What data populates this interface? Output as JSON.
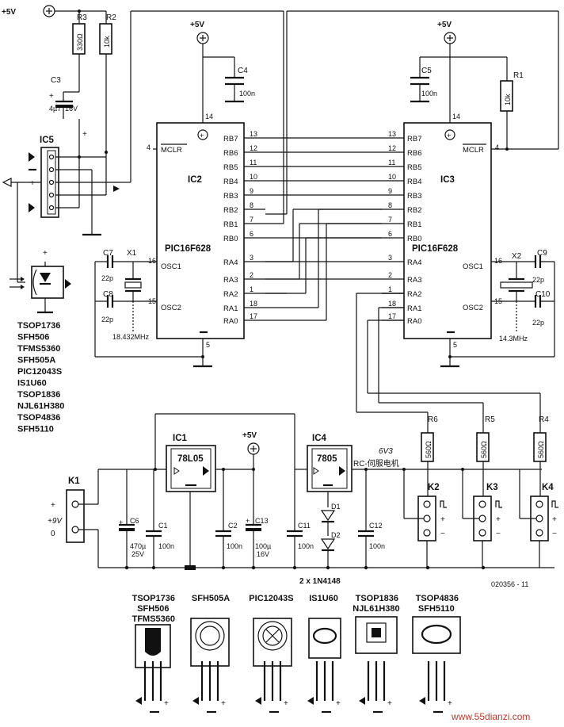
{
  "power": {
    "vcc": "+5V",
    "vin": "+9V",
    "zero": "0"
  },
  "ic2": {
    "name": "IC2",
    "part": "PIC16F628",
    "mclr": "MCLR",
    "left": [
      {
        "pin": "4",
        "name": "MCLR"
      },
      {
        "pin": "16",
        "name": "OSC1"
      },
      {
        "pin": "15",
        "name": "OSC2"
      }
    ],
    "top_pin": "14",
    "bottom_pin": "5",
    "right": [
      {
        "pin": "13",
        "name": "RB7"
      },
      {
        "pin": "12",
        "name": "RB6"
      },
      {
        "pin": "11",
        "name": "RB5"
      },
      {
        "pin": "10",
        "name": "RB4"
      },
      {
        "pin": "9",
        "name": "RB3"
      },
      {
        "pin": "8",
        "name": "RB2"
      },
      {
        "pin": "7",
        "name": "RB1"
      },
      {
        "pin": "6",
        "name": "RB0"
      },
      {
        "pin": "3",
        "name": "RA4"
      },
      {
        "pin": "2",
        "name": "RA3"
      },
      {
        "pin": "1",
        "name": "RA2"
      },
      {
        "pin": "18",
        "name": "RA1"
      },
      {
        "pin": "17",
        "name": "RA0"
      }
    ]
  },
  "ic3": {
    "name": "IC3",
    "part": "PIC16F628",
    "left": [
      {
        "pin": "13",
        "name": "RB7"
      },
      {
        "pin": "12",
        "name": "RB6"
      },
      {
        "pin": "11",
        "name": "RB5"
      },
      {
        "pin": "10",
        "name": "RB4"
      },
      {
        "pin": "9",
        "name": "RB3"
      },
      {
        "pin": "8",
        "name": "RB2"
      },
      {
        "pin": "7",
        "name": "RB1"
      },
      {
        "pin": "6",
        "name": "RB0"
      },
      {
        "pin": "3",
        "name": "RA4"
      },
      {
        "pin": "2",
        "name": "RA3"
      },
      {
        "pin": "1",
        "name": "RA2"
      },
      {
        "pin": "18",
        "name": "RA1"
      },
      {
        "pin": "17",
        "name": "RA0"
      }
    ],
    "right": [
      {
        "pin": "4",
        "name": "MCLR"
      },
      {
        "pin": "16",
        "name": "OSC1"
      },
      {
        "pin": "15",
        "name": "OSC2"
      }
    ],
    "top_pin": "14",
    "bottom_pin": "5"
  },
  "components": {
    "r3": {
      "ref": "R3",
      "value": "330Ω"
    },
    "r2": {
      "ref": "R2",
      "value": "10k"
    },
    "r1": {
      "ref": "R1",
      "value": "10k"
    },
    "r6": {
      "ref": "R6",
      "value": "560Ω"
    },
    "r5": {
      "ref": "R5",
      "value": "560Ω"
    },
    "r4": {
      "ref": "R4",
      "value": "560Ω"
    },
    "c3": {
      "ref": "C3",
      "value1": "4µ7",
      "value2": "16V"
    },
    "c4": {
      "ref": "C4",
      "value": "100n"
    },
    "c5": {
      "ref": "C5",
      "value": "100n"
    },
    "c7": {
      "ref": "C7",
      "value": "22p"
    },
    "c8": {
      "ref": "C8",
      "value": "22p"
    },
    "c9": {
      "ref": "C9",
      "value": "22p"
    },
    "c10": {
      "ref": "C10",
      "value": "22p"
    },
    "x1": {
      "ref": "X1",
      "freq": "18.432MHz"
    },
    "x2": {
      "ref": "X2",
      "freq": "14.3MHz"
    },
    "ic5": "IC5",
    "ic1": {
      "ref": "IC1",
      "part": "78L05"
    },
    "ic4": {
      "ref": "IC4",
      "part": "7805"
    },
    "k1": "K1",
    "k2": "K2",
    "k3": "K3",
    "k4": "K4",
    "c6": {
      "ref": "C6",
      "value1": "470µ",
      "value2": "25V"
    },
    "c1": {
      "ref": "C1",
      "value": "100n"
    },
    "c2": {
      "ref": "C2",
      "value": "100n"
    },
    "c13": {
      "ref": "C13",
      "value1": "100µ",
      "value2": "16V"
    },
    "c11": {
      "ref": "C11",
      "value": "100n"
    },
    "c12": {
      "ref": "C12",
      "value": "100n"
    },
    "d1": "D1",
    "d2": "D2",
    "diodes": "2 x 1N4148",
    "v6": "6V3",
    "servo": "RC-伺服电机",
    "code": "020356 - 11"
  },
  "sensor_list": [
    "TSOP1736",
    "SFH506",
    "TFMS5360",
    "SFH505A",
    "PIC12043S",
    "IS1U60",
    "TSOP1836",
    "NJL61H380",
    "TSOP4836",
    "SFH5110"
  ],
  "packages": [
    {
      "lines": [
        "TSOP1736",
        "SFH506",
        "TFMS5360"
      ]
    },
    {
      "lines": [
        "SFH505A"
      ]
    },
    {
      "lines": [
        "PIC12043S"
      ]
    },
    {
      "lines": [
        "IS1U60"
      ]
    },
    {
      "lines": [
        "TSOP1836",
        "NJL61H380"
      ]
    },
    {
      "lines": [
        "TSOP4836",
        "SFH5110"
      ]
    }
  ],
  "watermark": "www.55dianzi.com"
}
